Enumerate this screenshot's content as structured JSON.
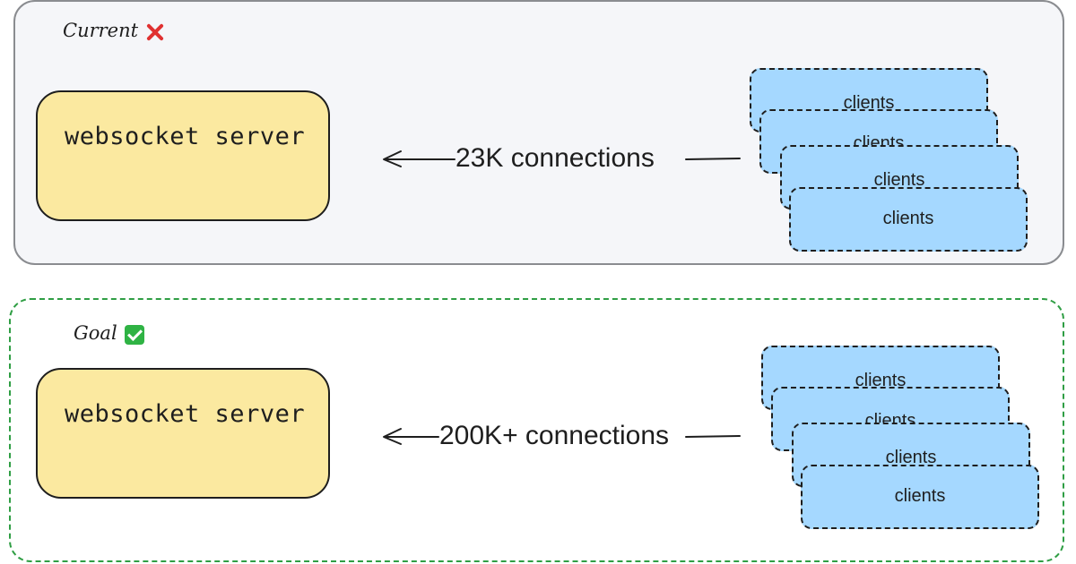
{
  "current": {
    "title": "Current",
    "status_icon": "cross-mark-icon",
    "status_color": "#e03131",
    "server_label": "websocket server",
    "connections_label": "23K connections",
    "clients": [
      "clients",
      "clients",
      "clients",
      "clients"
    ]
  },
  "goal": {
    "title": "Goal",
    "status_icon": "check-mark-icon",
    "status_color": "#2fb344",
    "server_label": "websocket server",
    "connections_label": "200K+ connections",
    "clients": [
      "clients",
      "clients",
      "clients",
      "clients"
    ]
  },
  "colors": {
    "server_fill": "#fbe9a0",
    "client_fill": "#a5d8ff",
    "goal_border": "#2f9e44",
    "current_border": "#8a8c90"
  }
}
